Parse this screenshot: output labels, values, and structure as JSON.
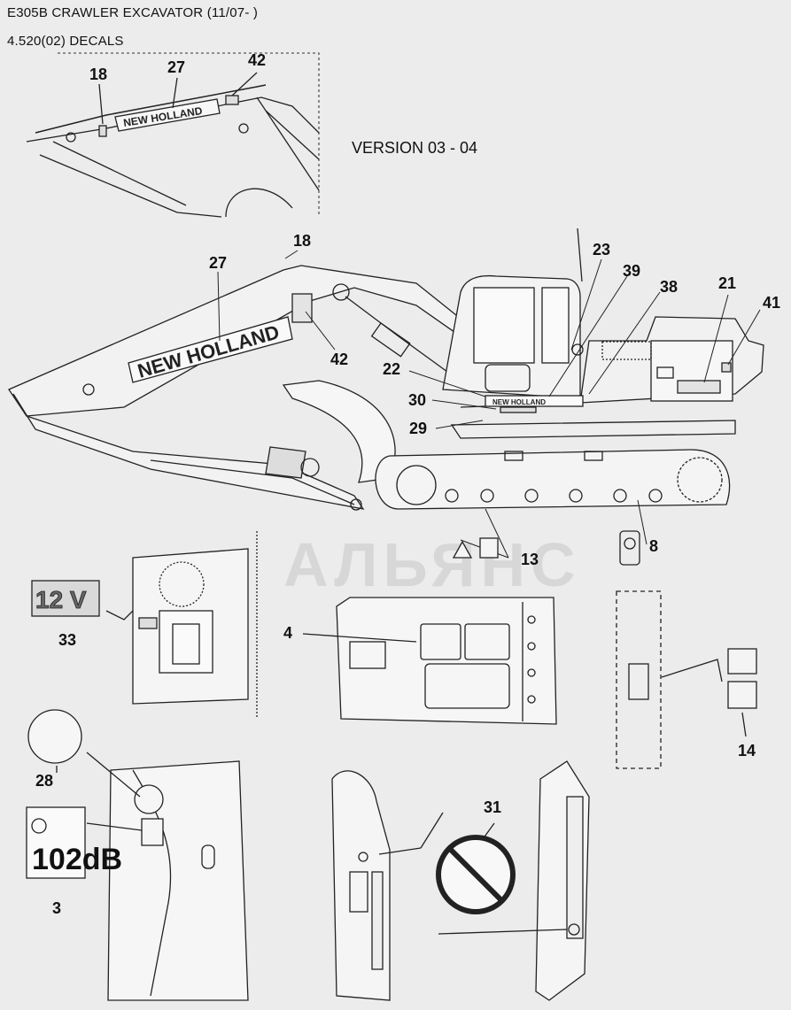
{
  "header": {
    "title": "E305B CRAWLER EXCAVATOR (11/07- )",
    "section": "4.520(02) DECALS"
  },
  "version_label": "VERSION 03 - 04",
  "watermark": "АЛЬЯНС",
  "decal_texts": {
    "brand": "NEW HOLLAND",
    "voltage": "12 V",
    "noise": "102dB"
  },
  "callouts": {
    "c18_top": "18",
    "c27_top": "27",
    "c42_top": "42",
    "c18": "18",
    "c27": "27",
    "c23": "23",
    "c39": "39",
    "c38": "38",
    "c21": "21",
    "c41": "41",
    "c42": "42",
    "c22": "22",
    "c30": "30",
    "c29": "29",
    "c13": "13",
    "c8": "8",
    "c4": "4",
    "c33": "33",
    "c14": "14",
    "c28": "28",
    "c3": "3",
    "c31": "31"
  }
}
